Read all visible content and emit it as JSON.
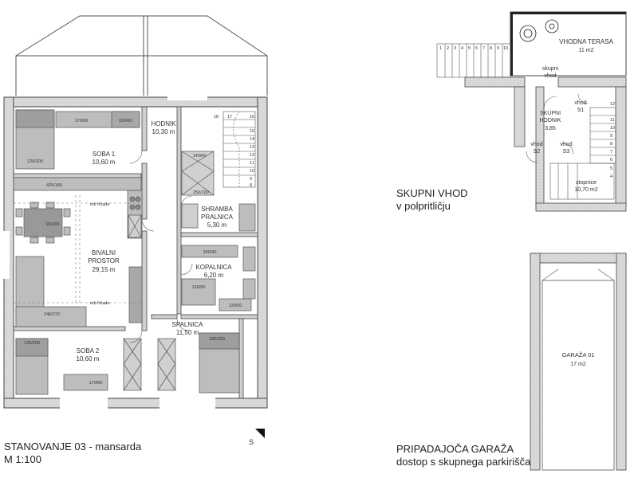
{
  "main_plan": {
    "rooms": [
      {
        "name": "SOBA 1",
        "area": "10,60 m"
      },
      {
        "name": "HODNIK",
        "area": "10,30 m"
      },
      {
        "name": "BIVALNI",
        "name2": "PROSTOR",
        "area": "29,15 m"
      },
      {
        "name": "SHRAMBA",
        "name2": "PRALNICA",
        "area": "5,30 m"
      },
      {
        "name": "KOPALNICA",
        "area": "6,20 m"
      },
      {
        "name": "SPALNICA",
        "area": "11,50 m"
      },
      {
        "name": "SOBA 2",
        "area": "10,60 m"
      }
    ],
    "furniture": {
      "wardrobe1": "170/60",
      "desk1": "100/60",
      "bed1": "120/200",
      "counter": "425/180",
      "table": "90/180",
      "sofa": "240/270",
      "bed2": "120/200",
      "desk2": "170/60",
      "bed3": "180/200",
      "wc_pralnica": "140/60",
      "unit_a": "250/100",
      "bath": "260/90",
      "shower": "120/90",
      "sink": "130/50"
    },
    "rob_label": "rob frčade",
    "rob_label2": "rob frčade",
    "stair_numbers": [
      "18",
      "17",
      "16",
      "15",
      "14",
      "13",
      "12",
      "11",
      "10",
      "9",
      "8"
    ],
    "caption_line1": "STANOVANJE 03 - mansarda",
    "caption_line2": "M 1:100"
  },
  "entrance_plan": {
    "terrace_name": "VHODNA TERASA",
    "terrace_area": "11 m2",
    "skupni_vhod_small": "skupni",
    "skupni_vhod_small2": "vhod",
    "hodnik_name": "SKUPNI",
    "hodnik_name2": "HODNIK",
    "hodnik_area": "3,85",
    "vhod_s1": "vhod",
    "vhod_s1b": "S1",
    "vhod_s2": "vhod",
    "vhod_s2b": "S2",
    "vhod_s3": "vhod",
    "vhod_s3b": "S3",
    "stopnice": "stopnice",
    "stopnice_area": "10,70 m2",
    "stair_steps": [
      "1",
      "2",
      "3",
      "4",
      "5",
      "6",
      "7",
      "8",
      "9",
      "10"
    ],
    "right_steps": [
      "12",
      "11",
      "10",
      "9",
      "8",
      "7",
      "6",
      "5",
      "4"
    ],
    "caption_line1": "SKUPNI VHOD",
    "caption_line2": "v polpritličju"
  },
  "garage_plan": {
    "name": "GARAŽA 01",
    "area": "17 m2",
    "caption_line1": "PRIPADAJOČA GARAŽA",
    "caption_line2": "dostop s skupnega parkirišča"
  },
  "north_label": "S"
}
